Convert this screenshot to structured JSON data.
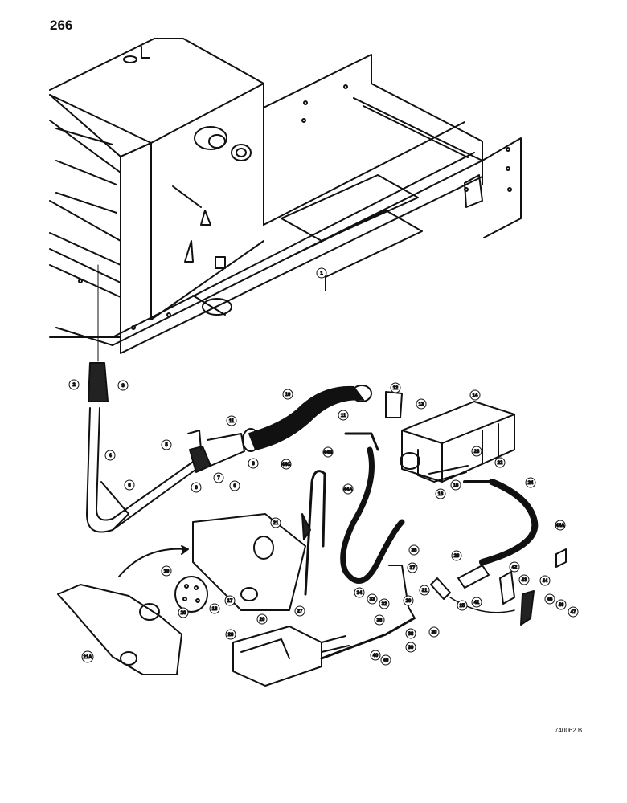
{
  "page_number": "266",
  "drawing_code": "740062 B",
  "callouts": [
    "1",
    "2",
    "3",
    "4",
    "5",
    "6",
    "6",
    "7",
    "8",
    "9",
    "10",
    "11",
    "11",
    "12",
    "13",
    "14",
    "15",
    "16",
    "17",
    "18",
    "19",
    "20",
    "20",
    "21",
    "21A",
    "22",
    "23",
    "24",
    "25",
    "26",
    "27",
    "28",
    "29",
    "30",
    "31",
    "32",
    "33",
    "34",
    "35",
    "36",
    "37",
    "38",
    "39",
    "40",
    "40",
    "41",
    "42",
    "43",
    "44",
    "44A",
    "44A",
    "44B",
    "44C",
    "45",
    "46",
    "47"
  ]
}
